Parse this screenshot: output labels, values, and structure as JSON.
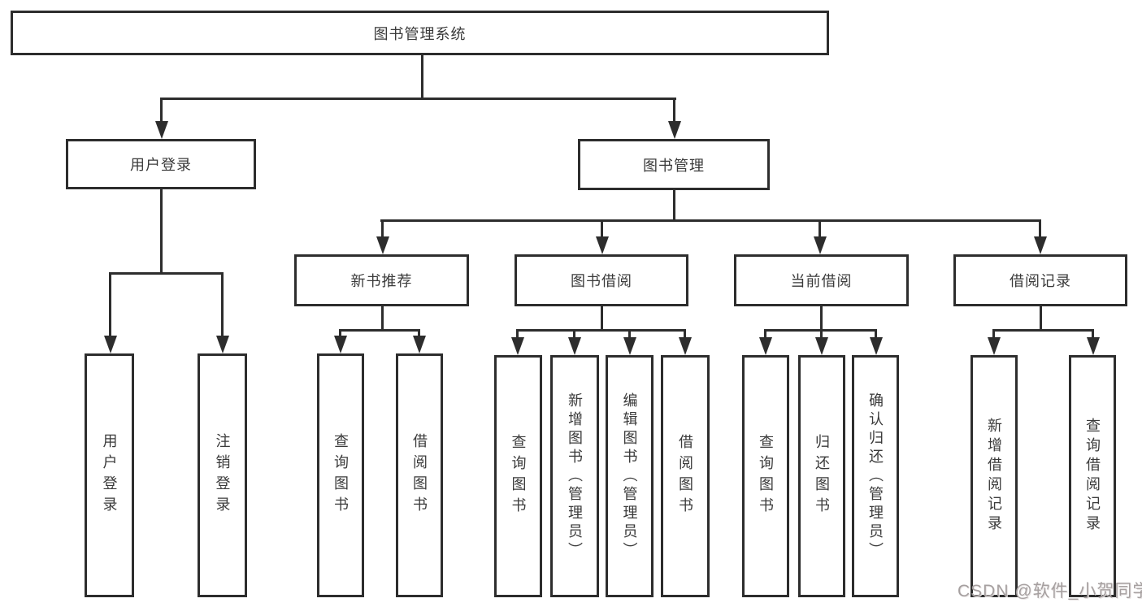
{
  "diagram": {
    "root": {
      "label": "图书管理系统"
    },
    "branches": [
      {
        "label": "用户登录",
        "children": [
          {
            "label": "用户登录"
          },
          {
            "label": "注销登录"
          }
        ]
      },
      {
        "label": "图书管理",
        "sections": [
          {
            "label": "新书推荐",
            "children": [
              {
                "label": "查询图书"
              },
              {
                "label": "借阅图书"
              }
            ]
          },
          {
            "label": "图书借阅",
            "children": [
              {
                "label": "查询图书"
              },
              {
                "label": "新增图书（管理员）"
              },
              {
                "label": "编辑图书（管理员）"
              },
              {
                "label": "借阅图书"
              }
            ]
          },
          {
            "label": "当前借阅",
            "children": [
              {
                "label": "查询图书"
              },
              {
                "label": "归还图书"
              },
              {
                "label": "确认归还（管理员）"
              }
            ]
          },
          {
            "label": "借阅记录",
            "children": [
              {
                "label": "新增借阅记录"
              },
              {
                "label": "查询借阅记录"
              }
            ]
          }
        ]
      }
    ]
  },
  "watermark": {
    "text": "CSDN @软件_小贺同学"
  },
  "colors": {
    "line": "#2d2d2d",
    "box_border": "#2d2d2d",
    "text": "#3a3a3a",
    "background": "#ffffff",
    "watermark": "#a6a0a0"
  }
}
